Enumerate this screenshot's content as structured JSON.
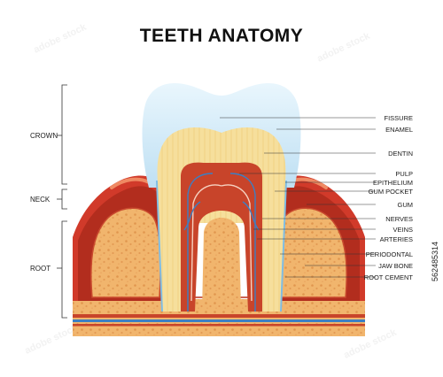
{
  "title": "TEETH ANATOMY",
  "side_labels": {
    "crown": "CROWN",
    "neck": "NECK",
    "root": "ROOT"
  },
  "labels": {
    "fissure": "FISSURE",
    "enamel": "ENAMEL",
    "dentin": "DENTIN",
    "pulp": "PULP",
    "epithelium": "EPITHELIUM",
    "gum_pocket": "GUM POCKET",
    "gum": "GUM",
    "nerves": "NERVES",
    "veins": "VEINS",
    "arteries": "ARTERIES",
    "periodontal": "PERIODONTAL",
    "jaw_bone": "JAW BONE",
    "root_cement": "ROOT CEMENT"
  },
  "side_id": "562485314",
  "watermark": "adobe stock",
  "colors": {
    "enamel": "#cfe9f7",
    "dentin": "#f6df9c",
    "pulp": "#c8442a",
    "gum": "#d13a2a",
    "bone": "#f1b56d",
    "vein": "#3b7fc4"
  }
}
